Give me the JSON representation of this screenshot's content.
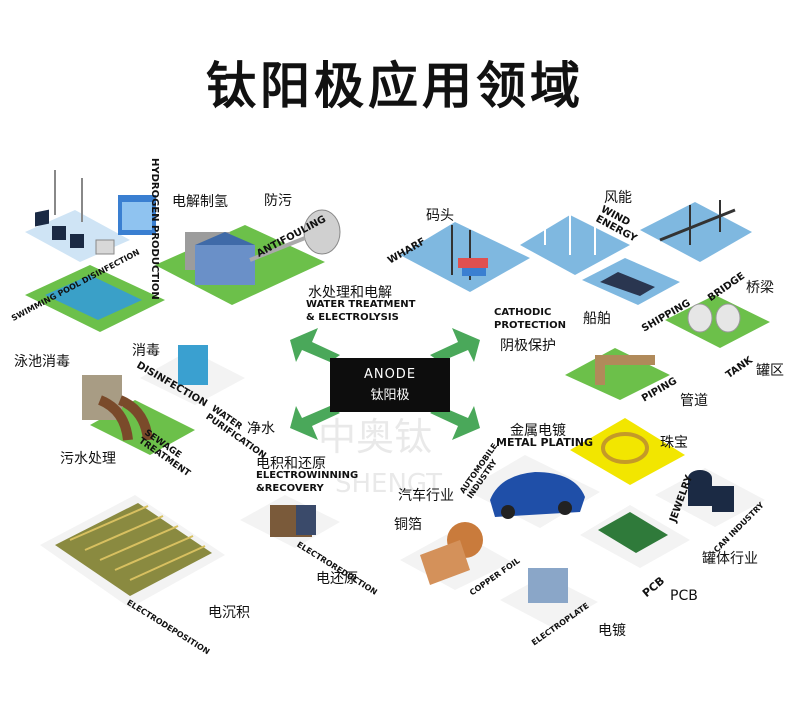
{
  "title": "钛阳极应用领域",
  "center": {
    "en": "ANODE",
    "cn": "钛阳极"
  },
  "watermark": {
    "cn": "中奥钛",
    "en": "SHENGT"
  },
  "colors": {
    "green": "#6cc04a",
    "blue": "#7fb8e0",
    "yellow": "#f2e600",
    "arrow": "#4aa85a"
  },
  "labels": {
    "hydrogen_cn": "电解制氢",
    "hydrogen_en": "HYDROGEN PRODUCTION",
    "antifouling_cn": "防污",
    "antifouling_en": "ANTIFOULING",
    "pool_cn": "泳池消毒",
    "pool_en": "SWIMMING POOL DISINFECTION",
    "wharf_cn": "码头",
    "wharf_en": "WHARF",
    "wind_cn": "风能",
    "wind_en": "WIND ENERGY",
    "bridge_cn": "桥梁",
    "bridge_en": "BRIDGE",
    "water_cn": "水处理和电解",
    "water_en": "WATER TREATMENT & ELECTROLYSIS",
    "cathodic_en": "CATHODIC PROTECTION",
    "cathodic_cn": "阴极保护",
    "ship_cn": "船舶",
    "ship_en": "SHIPPING",
    "tank_cn": "罐区",
    "tank_en": "TANK",
    "disinfection_cn": "消毒",
    "disinfection_en": "DISINFECTION",
    "piping_cn": "管道",
    "piping_en": "PIPING",
    "purification_cn": "净水",
    "purification_en": "WATER PURIFICATION",
    "sewage_cn": "污水处理",
    "sewage_en": "SEWAGE TREATMENT",
    "plating_cn": "金属电镀",
    "plating_en": "METAL PLATING",
    "jewelry_cn": "珠宝",
    "jewelry_en": "JEWELRY",
    "winning_cn": "电积和还原",
    "winning_en": "ELECTROWINNING &RECOVERY",
    "auto_cn": "汽车行业",
    "auto_en": "AUTOMOBILE INDUSTRY",
    "can_cn": "罐体行业",
    "can_en": "CAN INDUSTRY",
    "copper_cn": "铜箔",
    "copper_en": "COPPER FOIL",
    "pcb_cn": "PCB",
    "pcb_en": "PCB",
    "reduction_cn": "电还原",
    "reduction_en": "ELECTROREDUCTION",
    "deposition_cn": "电沉积",
    "deposition_en": "ELECTRODEPOSITION",
    "electroplate_cn": "电镀",
    "electroplate_en": "ELECTROPLATE"
  }
}
